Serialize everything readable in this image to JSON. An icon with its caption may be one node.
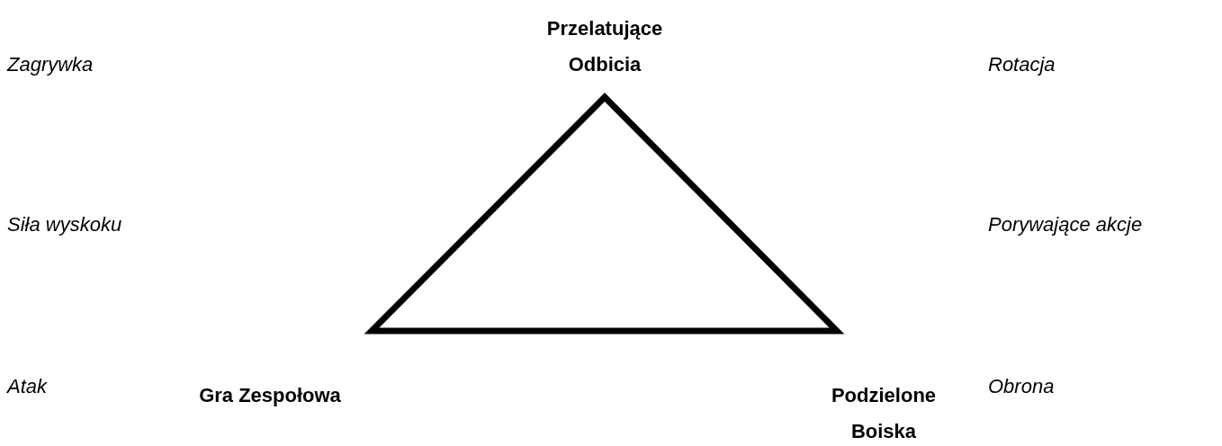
{
  "diagram": {
    "labels": [
      "Przelatujące Odbicia",
      "Zagrywka",
      "Rotacja",
      "Siła wyskoku",
      "Porywające akcje",
      "Atak",
      "Gra Zespołowa",
      "Podzielone Boiska",
      "Obrona"
    ]
  }
}
